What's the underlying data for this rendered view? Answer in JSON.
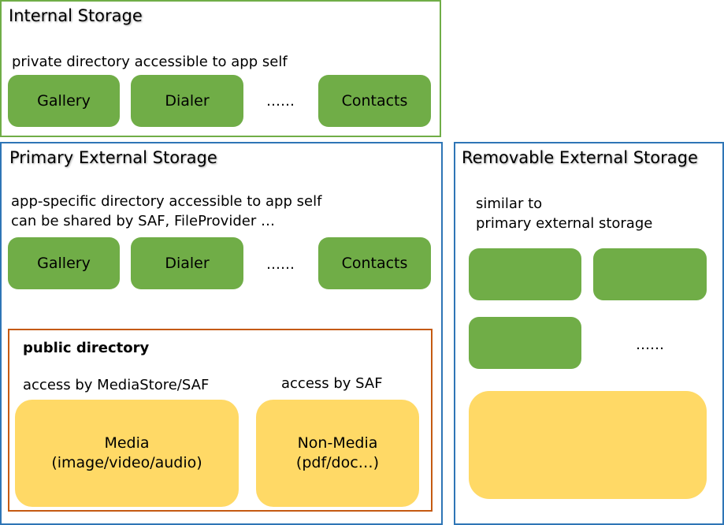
{
  "colors": {
    "internal_border": "#70ad47",
    "external_border": "#2e75b6",
    "public_border": "#c55a11",
    "app_box": "#70ad47",
    "media_box": "#ffd966"
  },
  "internal": {
    "title": "Internal Storage",
    "description": "private directory accessible to app self",
    "apps": [
      "Gallery",
      "Dialer",
      "Contacts"
    ],
    "ellipsis": "……"
  },
  "primary": {
    "title": "Primary External Storage",
    "description_line1": "app-specific directory accessible to app self",
    "description_line2": "can be shared by SAF, FileProvider …",
    "apps": [
      "Gallery",
      "Dialer",
      "Contacts"
    ],
    "ellipsis": "……",
    "public": {
      "title": "public directory",
      "media_access": "access by MediaStore/SAF",
      "nonmedia_access": "access by SAF",
      "media_line1": "Media",
      "media_line2": "(image/video/audio)",
      "nonmedia_line1": "Non-Media",
      "nonmedia_line2": "(pdf/doc…)"
    }
  },
  "removable": {
    "title": "Removable External Storage",
    "description_line1": "similar to",
    "description_line2": "primary external storage",
    "ellipsis": "……"
  }
}
